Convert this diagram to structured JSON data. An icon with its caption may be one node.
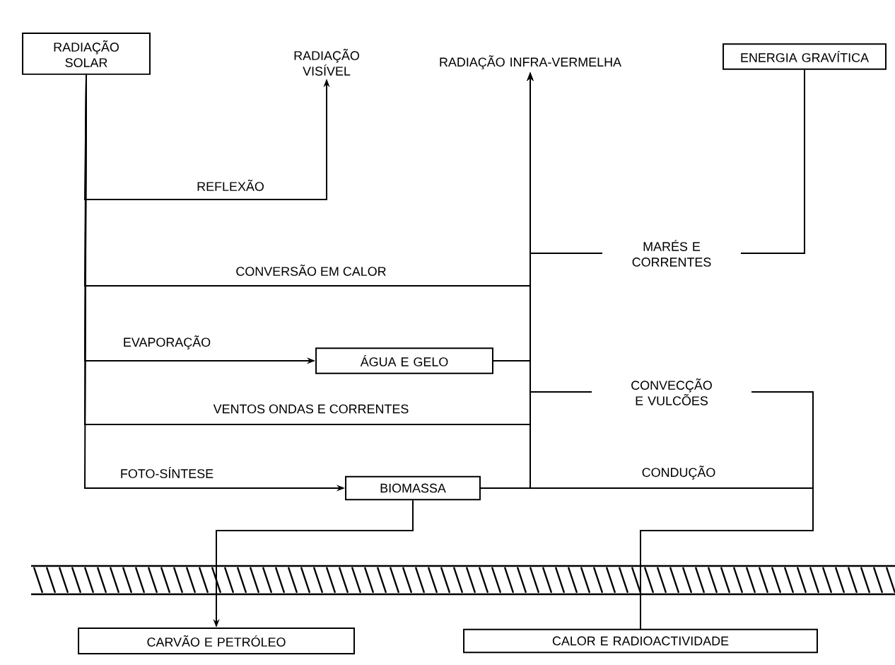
{
  "diagram": {
    "nodes": [
      {
        "text": [
          "RADIAÇÃO SOLAR"
        ]
      },
      {
        "text": [
          "RADIAÇÃO VISÍVEL"
        ]
      },
      {
        "text": [
          "RADIAÇÃO INFRA-VERMELHA"
        ]
      },
      {
        "text": [
          "ENERGIA GRAVÍTICA"
        ]
      },
      {
        "text": [
          "ÁGUA E GELO"
        ]
      },
      {
        "text": [
          "BIOMASSA"
        ]
      },
      {
        "text": [
          "CARVÃO E PETRÓLEO"
        ]
      },
      {
        "text": [
          "CALOR E RADIOACTIVIDADE"
        ]
      }
    ],
    "edges": [
      {
        "from": 0,
        "to": 1,
        "arrow": "to",
        "label": "REFLEXÃO"
      },
      {
        "from": 0,
        "to": 2,
        "arrow": "to",
        "label": "CONVERSÃO EM CALOR"
      },
      {
        "from": 0,
        "to": 4,
        "arrow": "to",
        "label": "EVAPORAÇÃO"
      },
      {
        "from": 4,
        "to": 2,
        "arrow": "to"
      },
      {
        "from": 0,
        "to": 2,
        "arrow": "to",
        "label": "VENTOS ONDAS E CORRENTES"
      },
      {
        "from": 0,
        "to": 5,
        "arrow": "to",
        "label": "FOTO-SÍNTESE"
      },
      {
        "from": 5,
        "to": 2,
        "arrow": "to"
      },
      {
        "from": 3,
        "to": 2,
        "arrow": "to",
        "label": "MARÉS E CORRENTES"
      },
      {
        "from": 7,
        "to": 2,
        "arrow": "to",
        "label": "CONVECÇÃO E VULCÕES"
      },
      {
        "from": 7,
        "to": 2,
        "arrow": "to",
        "label": "CONDUÇÃO"
      },
      {
        "from": 5,
        "to": 6,
        "arrow": "to"
      }
    ]
  }
}
